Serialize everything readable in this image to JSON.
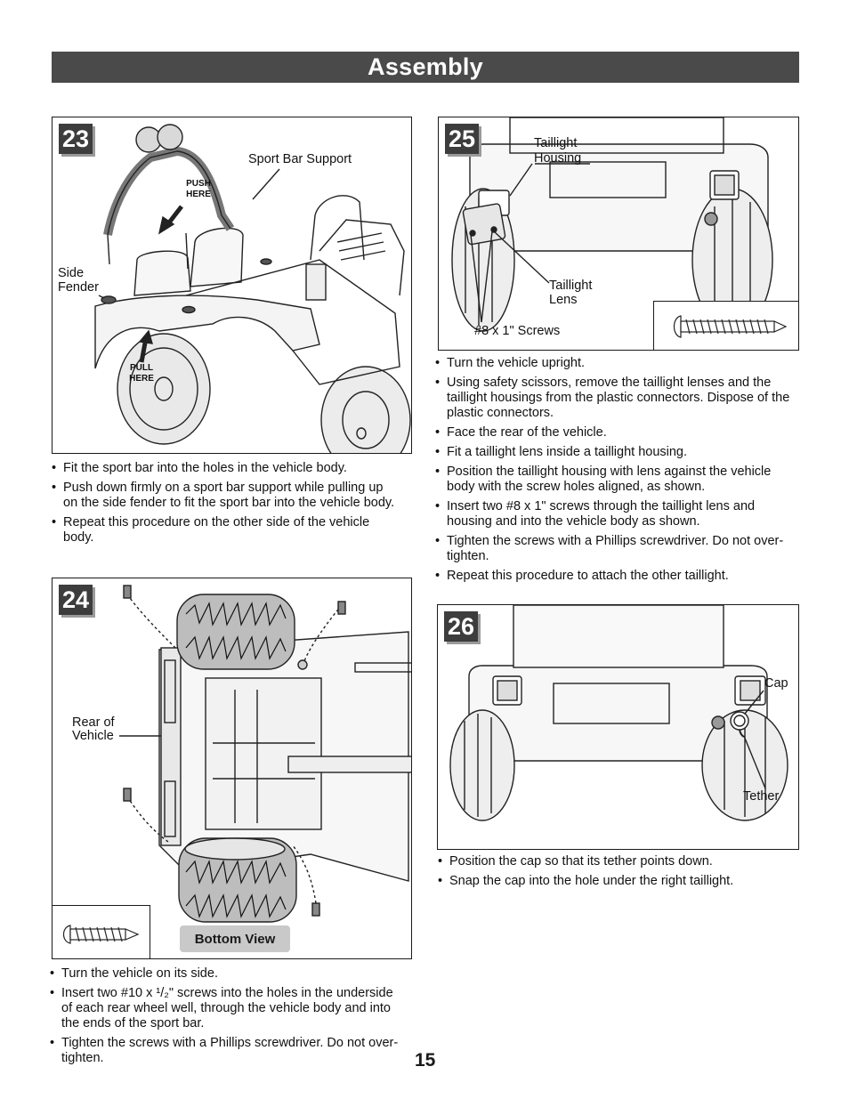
{
  "header": {
    "title": "Assembly"
  },
  "steps": {
    "s23": {
      "number": "23",
      "labels": {
        "sport_bar_support": "Sport Bar Support",
        "side": "Side",
        "fender": "Fender",
        "push_1": "PUSH",
        "push_2": "HERE",
        "pull_1": "PULL",
        "pull_2": "HERE"
      },
      "bullets": [
        "Fit the sport bar into the holes in the vehicle body.",
        "Push down firmly on a sport bar support while pulling up on the side fender to fit the sport bar into the vehicle body.",
        "Repeat this procedure on the other side of the vehicle body."
      ]
    },
    "s24": {
      "number": "24",
      "labels": {
        "rear_1": "Rear of",
        "rear_2": "Vehicle",
        "bottom_view": "Bottom View"
      },
      "bullets": [
        "Turn the vehicle on its side.",
        "Insert two #10 x ¹/₂\" screws into the holes in the underside of each rear wheel well, through the vehicle body and into the ends of the sport bar.",
        "Tighten the screws with a Phillips screwdriver. Do not over-tighten."
      ]
    },
    "s25": {
      "number": "25",
      "labels": {
        "housing_1": "Taillight",
        "housing_2": "Housing",
        "lens_1": "Taillight",
        "lens_2": "Lens",
        "screws": "#8 x 1\" Screws"
      },
      "bullets": [
        "Turn the vehicle upright.",
        "Using safety scissors, remove the taillight lenses and the taillight housings from the plastic connectors. Dispose of the plastic connectors.",
        "Face the rear of the vehicle.",
        "Fit a taillight lens inside a taillight housing.",
        "Position the taillight housing with lens against the vehicle body with the screw holes aligned, as shown.",
        "Insert two #8 x 1\" screws through the taillight lens and housing and into the vehicle body as shown.",
        "Tighten the screws with a Phillips screwdriver. Do not over-tighten.",
        "Repeat this procedure to attach the other taillight."
      ]
    },
    "s26": {
      "number": "26",
      "labels": {
        "cap": "Cap",
        "tether": "Tether"
      },
      "bullets": [
        "Position the cap so that its tether points down.",
        "Snap the cap into the hole under the right taillight."
      ]
    }
  },
  "page_number": "15",
  "colors": {
    "header_bg": "#4a4a4a",
    "badge_bg": "#3d3d3d",
    "label_bg": "#c9c9c9"
  }
}
